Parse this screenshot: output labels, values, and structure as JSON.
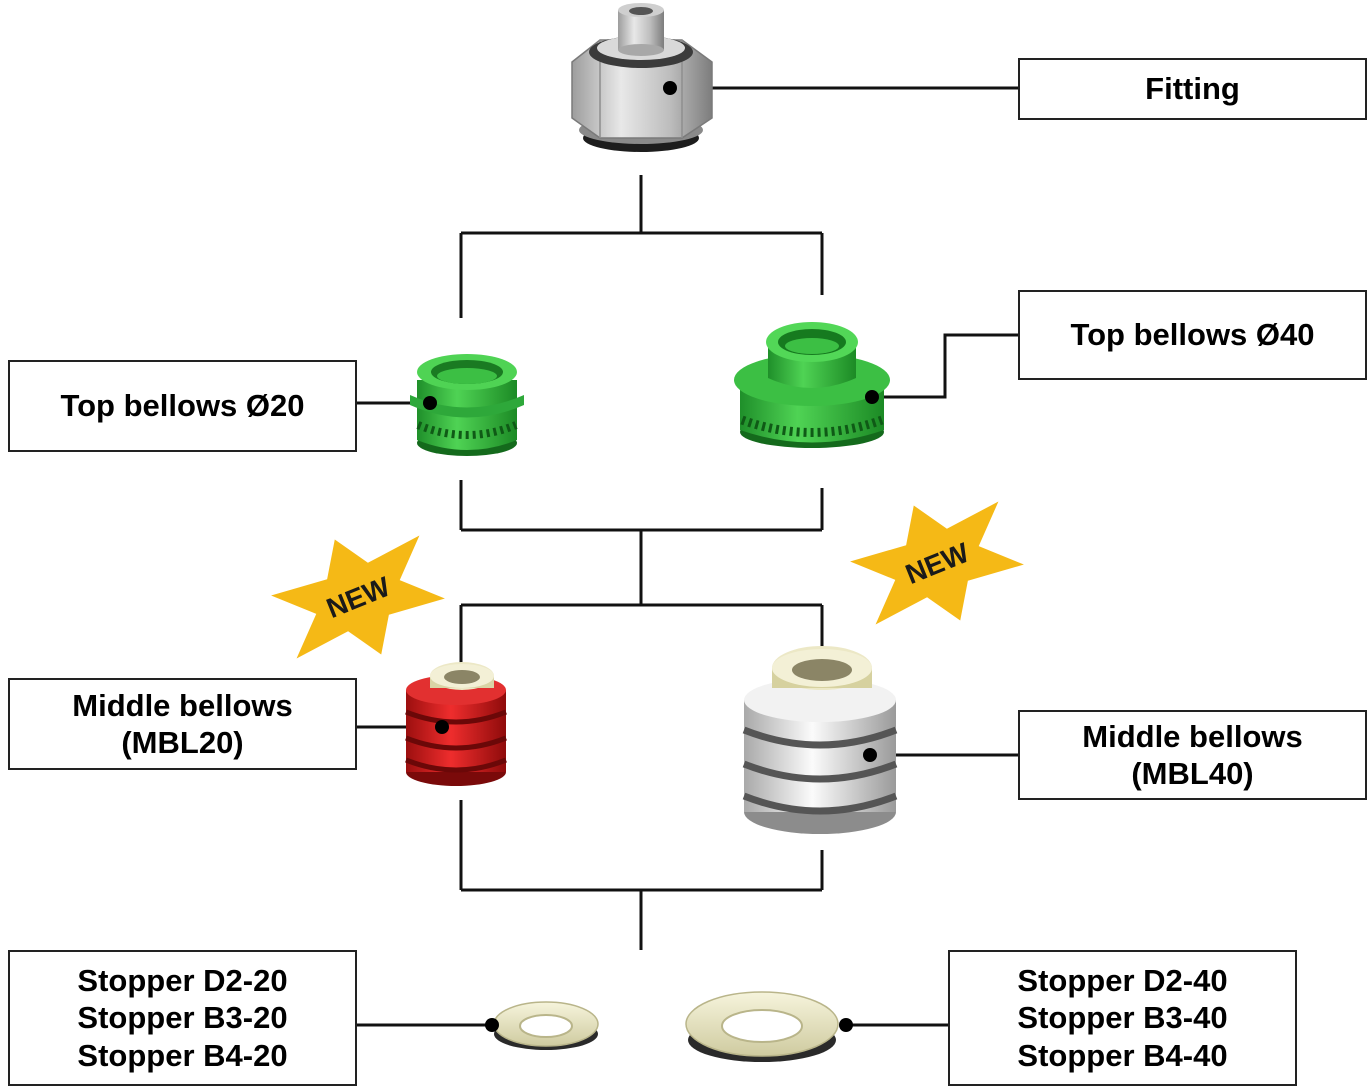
{
  "labels": {
    "fitting": [
      "Fitting"
    ],
    "top_bellows_20": [
      "Top bellows Ø20"
    ],
    "top_bellows_40": [
      "Top bellows Ø40"
    ],
    "middle_bellows_20": [
      "Middle bellows",
      "(MBL20)"
    ],
    "middle_bellows_40": [
      "Middle bellows",
      "(MBL40)"
    ],
    "stopper_20": [
      "Stopper D2-20",
      "Stopper B3-20",
      "Stopper B4-20"
    ],
    "stopper_40": [
      "Stopper D2-40",
      "Stopper B3-40",
      "Stopper B4-40"
    ]
  },
  "badges": {
    "new_left": "NEW",
    "new_right": "NEW"
  },
  "colors": {
    "fitting": "#b8b8b8",
    "top_bellows": "#3fbf3f",
    "middle_bellows_20": "#d71f1f",
    "middle_bellows_40": "#e4e4e4",
    "stopper": "#e9e6c2",
    "new_badge": "#f5b916",
    "lines": "#111111"
  }
}
